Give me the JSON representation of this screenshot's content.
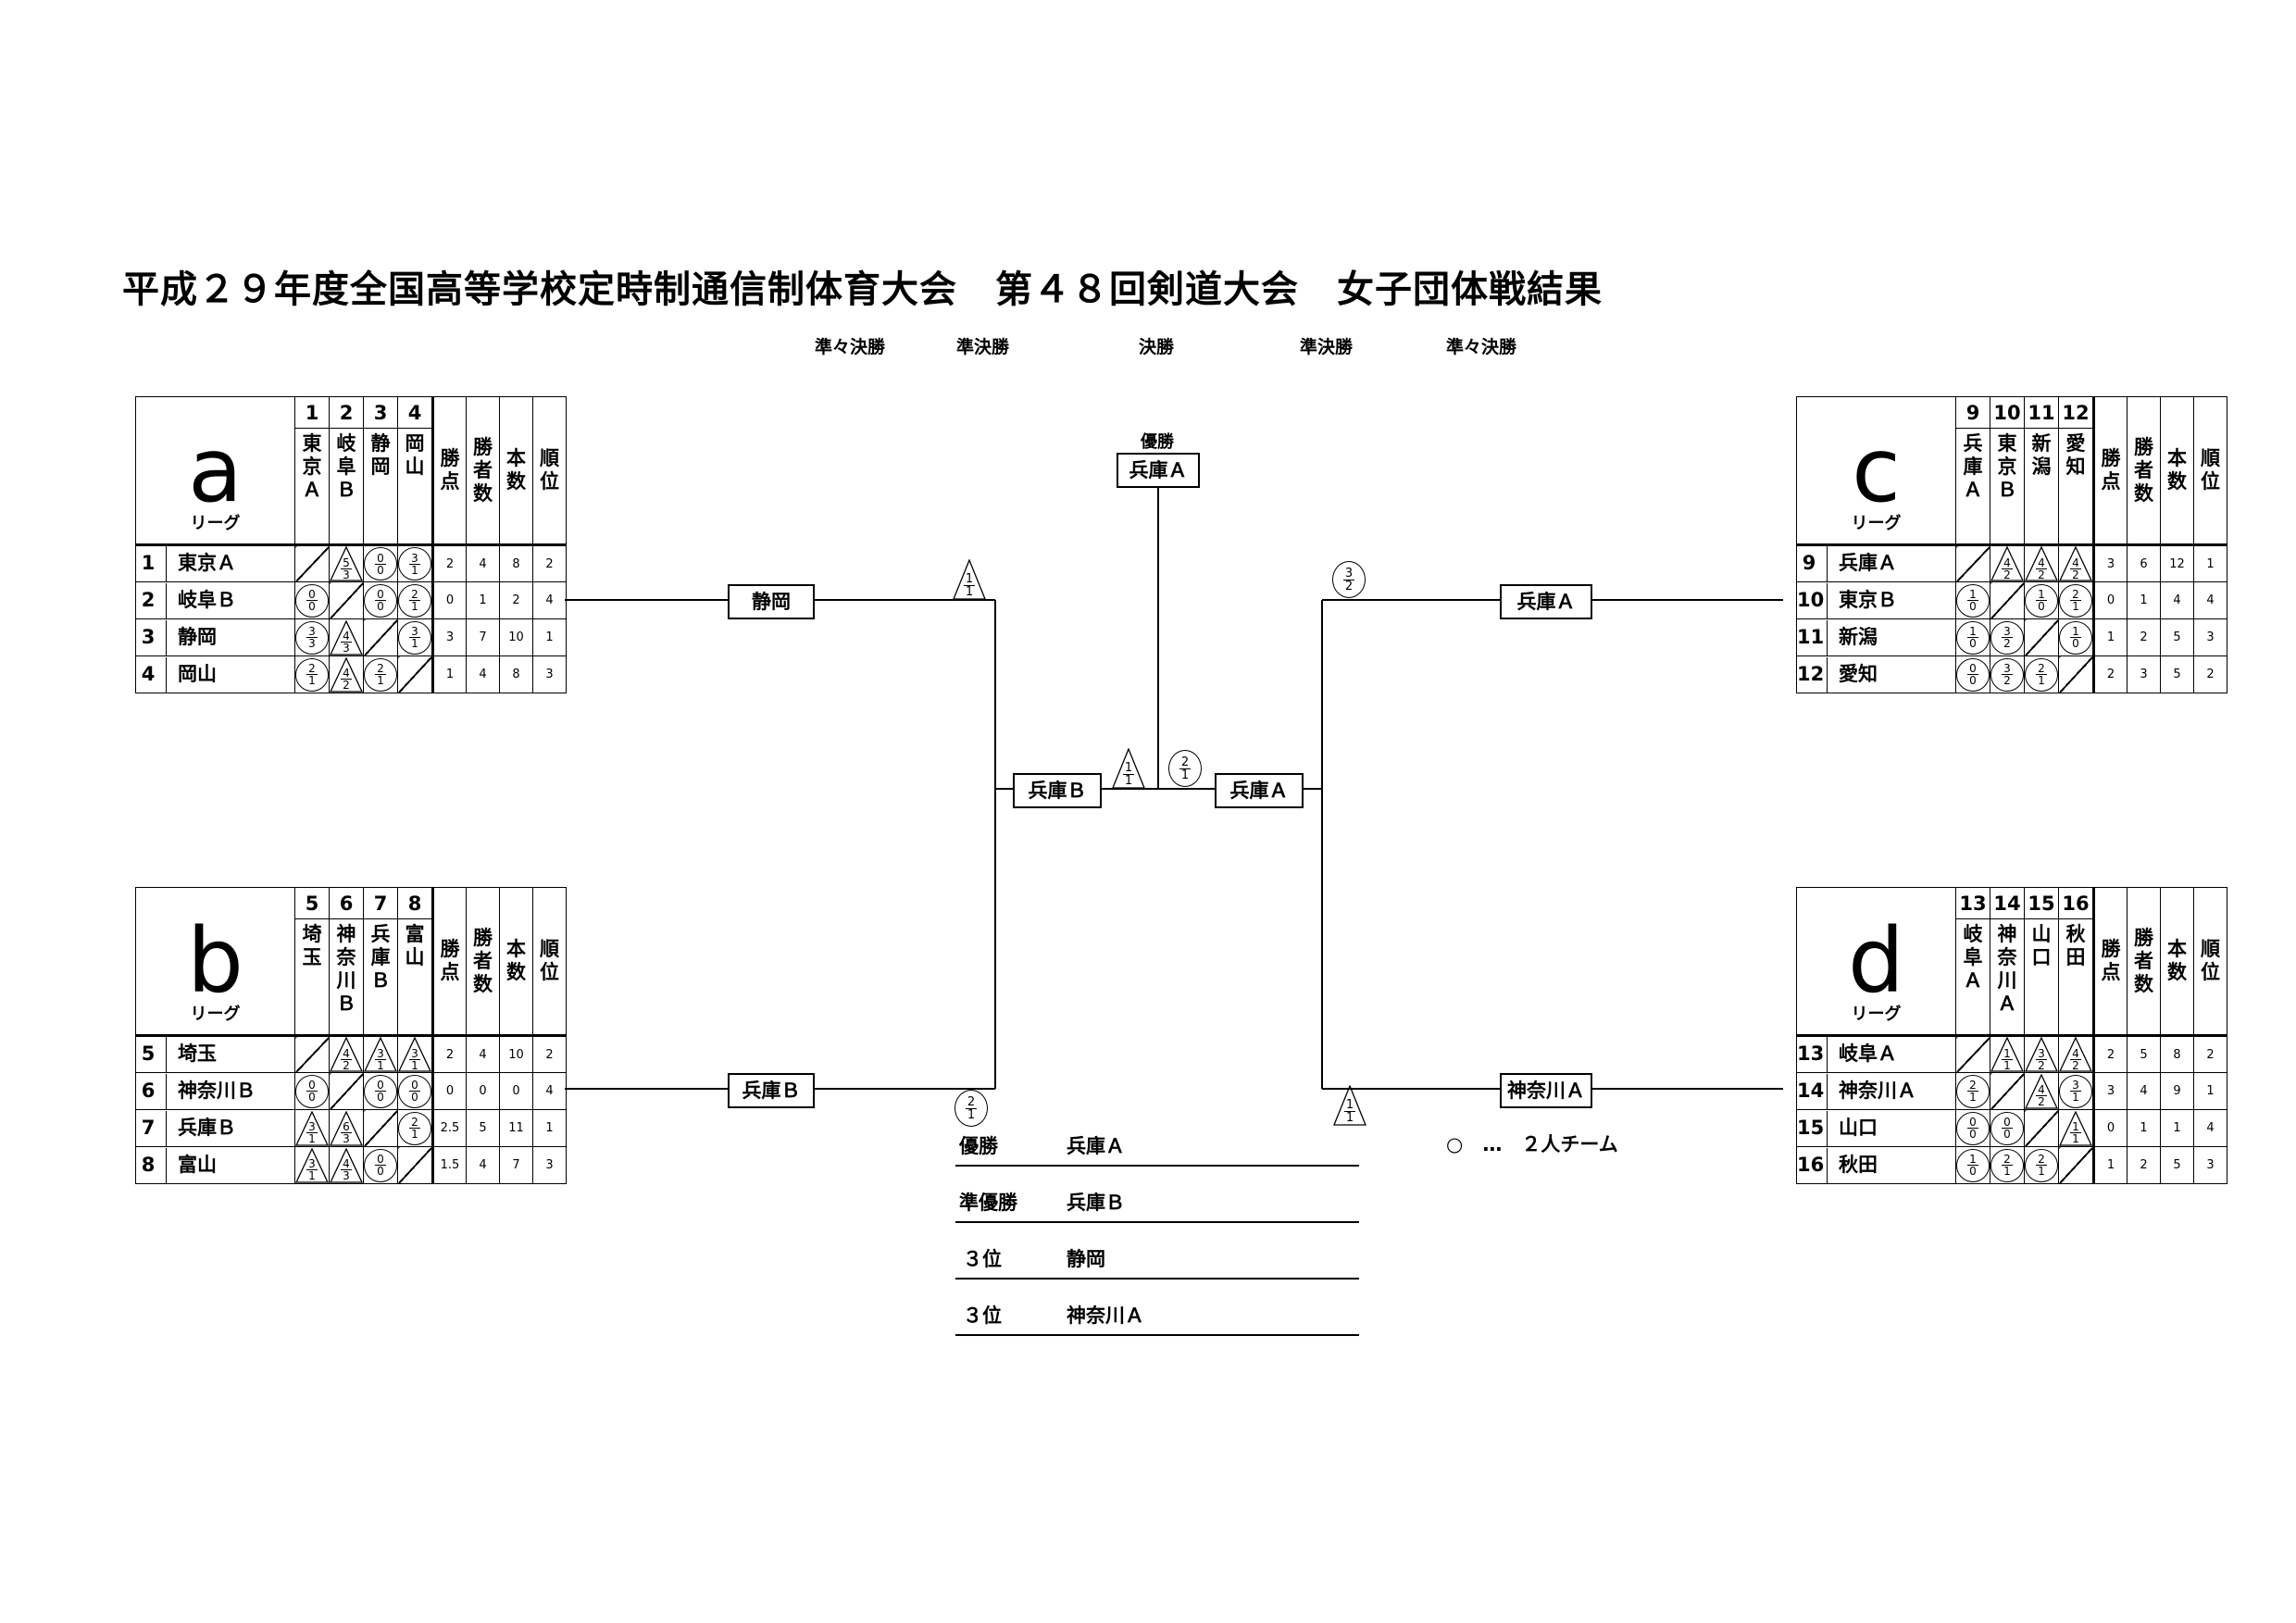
{
  "title": "平成２９年度全国高等学校定時制通信制体育大会　第４８回剣道大会　女子団体戦結果",
  "round_labels": [
    "準々決勝",
    "準決勝",
    "決勝",
    "準決勝",
    "準々決勝"
  ],
  "headers": {
    "win_points": [
      "勝",
      "点"
    ],
    "winners": [
      "勝",
      "者",
      "数"
    ],
    "points": [
      "本",
      "数"
    ],
    "rank": [
      "順",
      "位"
    ]
  },
  "leagues": {
    "a": {
      "letter": "a",
      "sub": "リーグ",
      "numbers": [
        "1",
        "2",
        "3",
        "4"
      ],
      "cols": [
        [
          "東",
          "京",
          "Ａ"
        ],
        [
          "岐",
          "阜",
          "Ｂ"
        ],
        [
          "静",
          "岡"
        ],
        [
          "岡",
          "山"
        ]
      ],
      "rows": [
        {
          "no": "1",
          "name": "東京Ａ",
          "cells": [
            null,
            {
              "s": "tri",
              "n": "5",
              "d": "3"
            },
            {
              "s": "circ",
              "n": "0",
              "d": "0"
            },
            {
              "s": "circ",
              "n": "3",
              "d": "1"
            }
          ],
          "stats": [
            "2",
            "4",
            "8",
            "2"
          ]
        },
        {
          "no": "2",
          "name": "岐阜Ｂ",
          "cells": [
            {
              "s": "circ",
              "n": "0",
              "d": "0"
            },
            null,
            {
              "s": "circ",
              "n": "0",
              "d": "0"
            },
            {
              "s": "circ",
              "n": "2",
              "d": "1"
            }
          ],
          "stats": [
            "0",
            "1",
            "2",
            "4"
          ]
        },
        {
          "no": "3",
          "name": "静岡",
          "cells": [
            {
              "s": "circ",
              "n": "3",
              "d": "3"
            },
            {
              "s": "tri",
              "n": "4",
              "d": "3"
            },
            null,
            {
              "s": "circ",
              "n": "3",
              "d": "1"
            }
          ],
          "stats": [
            "3",
            "7",
            "10",
            "1"
          ]
        },
        {
          "no": "4",
          "name": "岡山",
          "cells": [
            {
              "s": "circ",
              "n": "2",
              "d": "1"
            },
            {
              "s": "tri",
              "n": "4",
              "d": "2"
            },
            {
              "s": "circ",
              "n": "2",
              "d": "1"
            },
            null
          ],
          "stats": [
            "1",
            "4",
            "8",
            "3"
          ]
        }
      ]
    },
    "b": {
      "letter": "b",
      "sub": "リーグ",
      "numbers": [
        "5",
        "6",
        "7",
        "8"
      ],
      "cols": [
        [
          "埼",
          "玉"
        ],
        [
          "神",
          "奈",
          "川",
          "Ｂ"
        ],
        [
          "兵",
          "庫",
          "Ｂ"
        ],
        [
          "富",
          "山"
        ]
      ],
      "rows": [
        {
          "no": "5",
          "name": "埼玉",
          "cells": [
            null,
            {
              "s": "tri",
              "n": "4",
              "d": "2"
            },
            {
              "s": "tri",
              "n": "3",
              "d": "1"
            },
            {
              "s": "tri",
              "n": "3",
              "d": "1"
            }
          ],
          "stats": [
            "2",
            "4",
            "10",
            "2"
          ]
        },
        {
          "no": "6",
          "name": "神奈川Ｂ",
          "cells": [
            {
              "s": "circ",
              "n": "0",
              "d": "0"
            },
            null,
            {
              "s": "circ",
              "n": "0",
              "d": "0"
            },
            {
              "s": "circ",
              "n": "0",
              "d": "0"
            }
          ],
          "stats": [
            "0",
            "0",
            "0",
            "4"
          ]
        },
        {
          "no": "7",
          "name": "兵庫Ｂ",
          "cells": [
            {
              "s": "tri",
              "n": "3",
              "d": "1"
            },
            {
              "s": "tri",
              "n": "6",
              "d": "3"
            },
            null,
            {
              "s": "circ",
              "n": "2",
              "d": "1"
            }
          ],
          "stats": [
            "2.5",
            "5",
            "11",
            "1"
          ]
        },
        {
          "no": "8",
          "name": "富山",
          "cells": [
            {
              "s": "tri",
              "n": "3",
              "d": "1"
            },
            {
              "s": "tri",
              "n": "4",
              "d": "3"
            },
            {
              "s": "circ",
              "n": "0",
              "d": "0"
            },
            null
          ],
          "stats": [
            "1.5",
            "4",
            "7",
            "3"
          ]
        }
      ]
    },
    "c": {
      "letter": "c",
      "sub": "リーグ",
      "numbers": [
        "9",
        "10",
        "11",
        "12"
      ],
      "cols": [
        [
          "兵",
          "庫",
          "Ａ"
        ],
        [
          "東",
          "京",
          "Ｂ"
        ],
        [
          "新",
          "潟"
        ],
        [
          "愛",
          "知"
        ]
      ],
      "rows": [
        {
          "no": "9",
          "name": "兵庫Ａ",
          "cells": [
            null,
            {
              "s": "tri",
              "n": "4",
              "d": "2"
            },
            {
              "s": "tri",
              "n": "4",
              "d": "2"
            },
            {
              "s": "tri",
              "n": "4",
              "d": "2"
            }
          ],
          "stats": [
            "3",
            "6",
            "12",
            "1"
          ]
        },
        {
          "no": "10",
          "name": "東京Ｂ",
          "cells": [
            {
              "s": "circ",
              "n": "1",
              "d": "0"
            },
            null,
            {
              "s": "circ",
              "n": "1",
              "d": "0"
            },
            {
              "s": "circ",
              "n": "2",
              "d": "1"
            }
          ],
          "stats": [
            "0",
            "1",
            "4",
            "4"
          ]
        },
        {
          "no": "11",
          "name": "新潟",
          "cells": [
            {
              "s": "circ",
              "n": "1",
              "d": "0"
            },
            {
              "s": "circ",
              "n": "3",
              "d": "2"
            },
            null,
            {
              "s": "circ",
              "n": "1",
              "d": "0"
            }
          ],
          "stats": [
            "1",
            "2",
            "5",
            "3"
          ]
        },
        {
          "no": "12",
          "name": "愛知",
          "cells": [
            {
              "s": "circ",
              "n": "0",
              "d": "0"
            },
            {
              "s": "circ",
              "n": "3",
              "d": "2"
            },
            {
              "s": "circ",
              "n": "2",
              "d": "1"
            },
            null
          ],
          "stats": [
            "2",
            "3",
            "5",
            "2"
          ]
        }
      ]
    },
    "d": {
      "letter": "d",
      "sub": "リーグ",
      "numbers": [
        "13",
        "14",
        "15",
        "16"
      ],
      "cols": [
        [
          "岐",
          "阜",
          "Ａ"
        ],
        [
          "神",
          "奈",
          "川",
          "Ａ"
        ],
        [
          "山",
          "口"
        ],
        [
          "秋",
          "田"
        ]
      ],
      "rows": [
        {
          "no": "13",
          "name": "岐阜Ａ",
          "cells": [
            null,
            {
              "s": "tri",
              "n": "1",
              "d": "1"
            },
            {
              "s": "tri",
              "n": "3",
              "d": "2"
            },
            {
              "s": "tri",
              "n": "4",
              "d": "2"
            }
          ],
          "stats": [
            "2",
            "5",
            "8",
            "2"
          ]
        },
        {
          "no": "14",
          "name": "神奈川Ａ",
          "cells": [
            {
              "s": "circ",
              "n": "2",
              "d": "1"
            },
            null,
            {
              "s": "tri",
              "n": "4",
              "d": "2"
            },
            {
              "s": "circ",
              "n": "3",
              "d": "1"
            }
          ],
          "stats": [
            "3",
            "4",
            "9",
            "1"
          ]
        },
        {
          "no": "15",
          "name": "山口",
          "cells": [
            {
              "s": "circ",
              "n": "0",
              "d": "0"
            },
            {
              "s": "circ",
              "n": "0",
              "d": "0"
            },
            null,
            {
              "s": "tri",
              "n": "1",
              "d": "1"
            }
          ],
          "stats": [
            "0",
            "1",
            "1",
            "4"
          ]
        },
        {
          "no": "16",
          "name": "秋田",
          "cells": [
            {
              "s": "circ",
              "n": "1",
              "d": "0"
            },
            {
              "s": "circ",
              "n": "2",
              "d": "1"
            },
            {
              "s": "circ",
              "n": "2",
              "d": "1"
            },
            null
          ],
          "stats": [
            "1",
            "2",
            "5",
            "3"
          ]
        }
      ]
    }
  },
  "bracket": {
    "champion_label": "優勝",
    "champion": "兵庫Ａ",
    "qf_a": "静岡",
    "qf_b": "兵庫Ｂ",
    "qf_c": "兵庫Ａ",
    "qf_d": "神奈川Ａ",
    "sf_left": "兵庫Ｂ",
    "sf_right": "兵庫Ａ",
    "score_qf_a": {
      "s": "tri",
      "n": "1",
      "d": "1"
    },
    "score_qf_b": {
      "s": "circ",
      "n": "2",
      "d": "1"
    },
    "score_qf_c": {
      "s": "circ",
      "n": "3",
      "d": "2"
    },
    "score_qf_d": {
      "s": "tri",
      "n": "1",
      "d": "1"
    },
    "score_final_left": {
      "s": "tri",
      "n": "1",
      "d": "1"
    },
    "score_final_right": {
      "s": "circ",
      "n": "2",
      "d": "1"
    }
  },
  "results": [
    {
      "place": "優勝",
      "team": "兵庫Ａ"
    },
    {
      "place": "準優勝",
      "team": "兵庫Ｂ"
    },
    {
      "place": "３位",
      "team": "静岡"
    },
    {
      "place": "３位",
      "team": "神奈川Ａ"
    }
  ],
  "note": "○　…　２人チーム"
}
